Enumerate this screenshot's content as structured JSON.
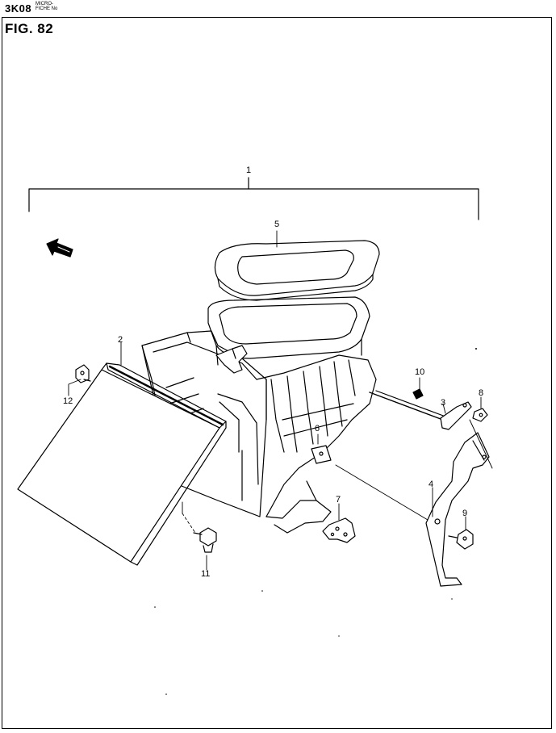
{
  "header": {
    "code": "3K08",
    "microfiche_line1": "MICRO-",
    "microfiche_line2": "FICHE No"
  },
  "figure": {
    "label": "FIG.  82"
  },
  "callouts": [
    {
      "id": "c1",
      "label": "1"
    },
    {
      "id": "c2",
      "label": "2"
    },
    {
      "id": "c3",
      "label": "3"
    },
    {
      "id": "c4",
      "label": "4"
    },
    {
      "id": "c5",
      "label": "5"
    },
    {
      "id": "c6",
      "label": "6"
    },
    {
      "id": "c7",
      "label": "7"
    },
    {
      "id": "c8",
      "label": "8"
    },
    {
      "id": "c9",
      "label": "9"
    },
    {
      "id": "c10",
      "label": "10"
    },
    {
      "id": "c11",
      "label": "11"
    },
    {
      "id": "c12",
      "label": "12"
    }
  ],
  "colors": {
    "ink": "#000000",
    "paper": "#ffffff"
  }
}
